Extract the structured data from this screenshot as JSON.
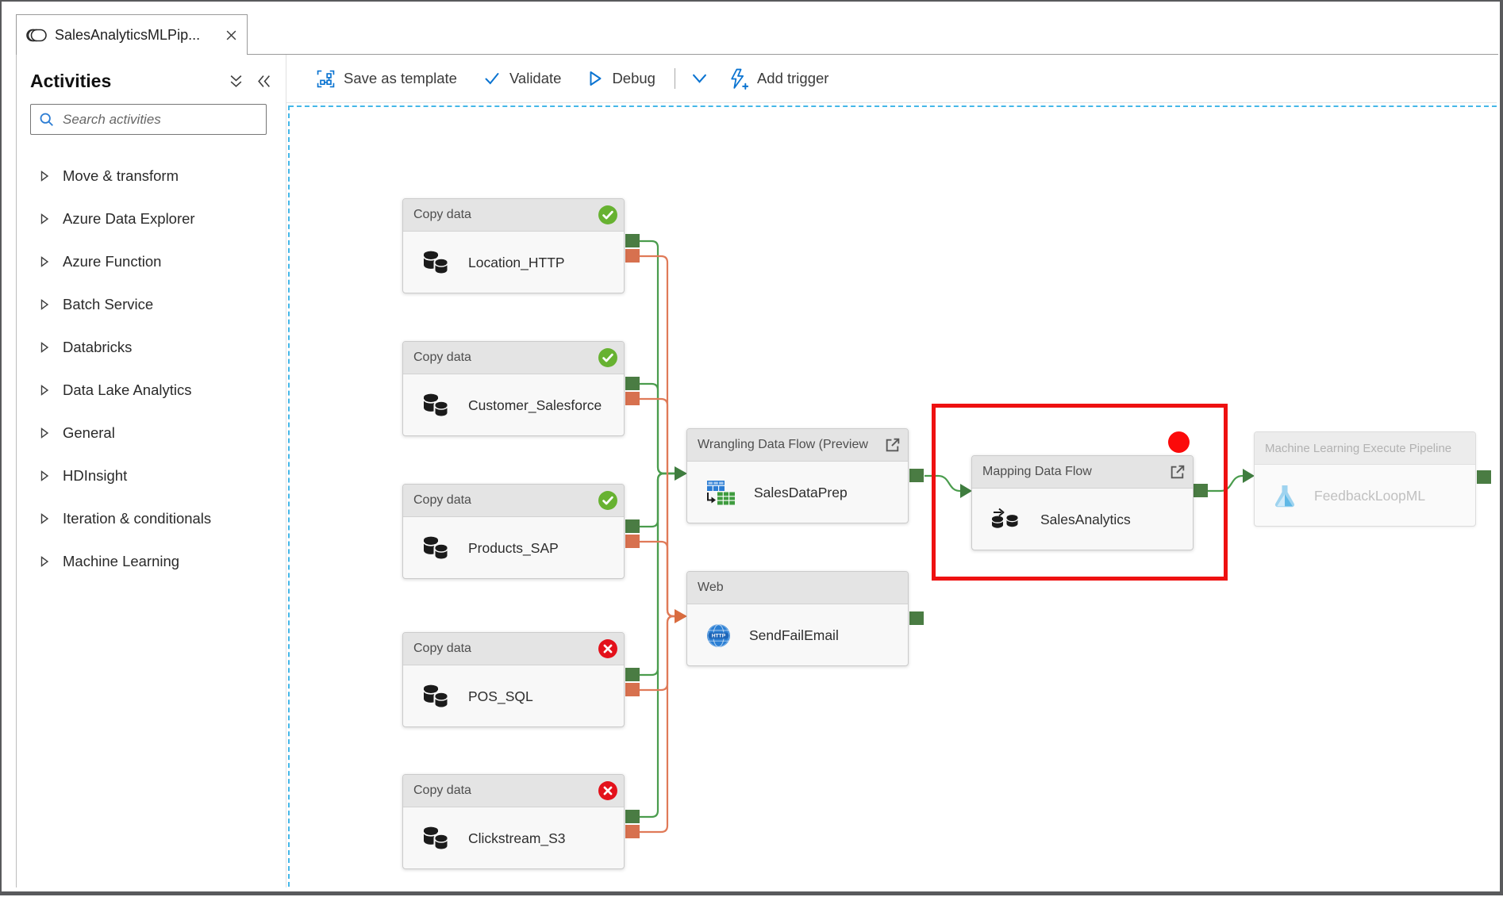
{
  "tab": {
    "title": "SalesAnalyticsMLPip...",
    "close_label": "✕"
  },
  "sidebar": {
    "title": "Activities",
    "search": {
      "placeholder": "Search activities"
    },
    "items": [
      {
        "label": "Move & transform"
      },
      {
        "label": "Azure Data Explorer"
      },
      {
        "label": "Azure Function"
      },
      {
        "label": "Batch Service"
      },
      {
        "label": "Databricks"
      },
      {
        "label": "Data Lake Analytics"
      },
      {
        "label": "General"
      },
      {
        "label": "HDInsight"
      },
      {
        "label": "Iteration & conditionals"
      },
      {
        "label": "Machine Learning"
      }
    ]
  },
  "toolbar": {
    "save_as_template": "Save as template",
    "validate": "Validate",
    "debug": "Debug",
    "add_trigger": "Add trigger"
  },
  "canvas": {
    "nodes": [
      {
        "type_label": "Copy data",
        "name": "Location_HTTP",
        "status": "succeeded",
        "icon": "copy-data-icon"
      },
      {
        "type_label": "Copy data",
        "name": "Customer_Salesforce",
        "status": "succeeded",
        "icon": "copy-data-icon"
      },
      {
        "type_label": "Copy data",
        "name": "Products_SAP",
        "status": "succeeded",
        "icon": "copy-data-icon"
      },
      {
        "type_label": "Copy data",
        "name": "POS_SQL",
        "status": "failed",
        "icon": "copy-data-icon"
      },
      {
        "type_label": "Copy data",
        "name": "Clickstream_S3",
        "status": "failed",
        "icon": "copy-data-icon"
      },
      {
        "type_label": "Wrangling Data Flow (Preview",
        "name": "SalesDataPrep",
        "status": "none",
        "icon": "wrangling-tables-icon"
      },
      {
        "type_label": "Web",
        "name": "SendFailEmail",
        "status": "none",
        "icon": "http-globe-icon"
      },
      {
        "type_label": "Mapping Data Flow",
        "name": "SalesAnalytics",
        "status": "none",
        "icon": "mapping-data-flow-icon"
      },
      {
        "type_label": "Machine Learning Execute Pipeline",
        "name": "FeedbackLoopML",
        "status": "disabled",
        "icon": "ml-flask-icon"
      }
    ],
    "connections": [
      {
        "from": "Location_HTTP",
        "to": "SalesDataPrep",
        "on": "success"
      },
      {
        "from": "Customer_Salesforce",
        "to": "SalesDataPrep",
        "on": "success"
      },
      {
        "from": "Products_SAP",
        "to": "SalesDataPrep",
        "on": "success"
      },
      {
        "from": "POS_SQL",
        "to": "SalesDataPrep",
        "on": "success"
      },
      {
        "from": "Clickstream_S3",
        "to": "SalesDataPrep",
        "on": "success"
      },
      {
        "from": "Location_HTTP",
        "to": "SendFailEmail",
        "on": "failure"
      },
      {
        "from": "Customer_Salesforce",
        "to": "SendFailEmail",
        "on": "failure"
      },
      {
        "from": "Products_SAP",
        "to": "SendFailEmail",
        "on": "failure"
      },
      {
        "from": "POS_SQL",
        "to": "SendFailEmail",
        "on": "failure"
      },
      {
        "from": "Clickstream_S3",
        "to": "SendFailEmail",
        "on": "failure"
      },
      {
        "from": "SalesDataPrep",
        "to": "SalesAnalytics",
        "on": "success"
      },
      {
        "from": "SalesAnalytics",
        "to": "FeedbackLoopML",
        "on": "success"
      }
    ]
  },
  "colors": {
    "success_line": "#4a9c4d",
    "success_port": "#4a7c43",
    "failure_line": "#e07a58",
    "failure_port": "#d7714f",
    "badge_success": "#67b231",
    "badge_failed": "#e3111b",
    "toolbar_icon_blue": "#0b74d1",
    "canvas_dashed_border": "#45b7e8",
    "annotation_red": "#ee1111"
  }
}
